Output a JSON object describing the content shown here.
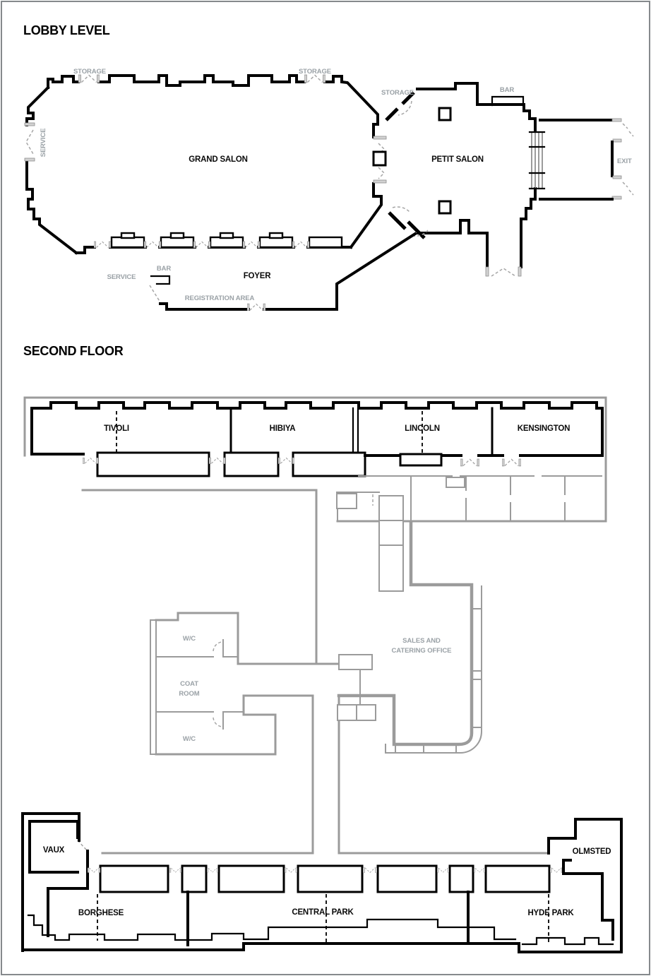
{
  "colors": {
    "wall_black": "#000000",
    "wall_gray": "#9b9b9b",
    "label_gray": "#9aa1a6",
    "border_gray": "#85898c",
    "background": "#ffffff"
  },
  "lobby": {
    "title": "LOBBY LEVEL",
    "labels": {
      "grand_salon": "GRAND SALON",
      "petit_salon": "PETIT SALON",
      "foyer": "FOYER",
      "storage_left": "STORAGE",
      "storage_right": "STORAGE",
      "storage_petit": "STORAGE",
      "service_west": "SERVICE",
      "service_south": "SERVICE",
      "bar_petit": "BAR",
      "bar_foyer": "BAR",
      "exit": "EXIT",
      "registration": "REGISTRATION AREA"
    }
  },
  "second_floor": {
    "title": "SECOND FLOOR",
    "labels": {
      "tivoli": "TIVOLI",
      "hibiya": "HIBIYA",
      "lincoln": "LINCOLN",
      "kensington": "KENSINGTON",
      "wc_upper": "W/C",
      "coat_line1": "COAT",
      "coat_line2": "ROOM",
      "wc_lower": "W/C",
      "sales_line1": "SALES AND",
      "sales_line2": "CATERING OFFICE",
      "vaux": "VAUX",
      "olmsted": "OLMSTED",
      "borghese": "BORGHESE",
      "central_park": "CENTRAL PARK",
      "hyde_park": "HYDE PARK"
    }
  }
}
